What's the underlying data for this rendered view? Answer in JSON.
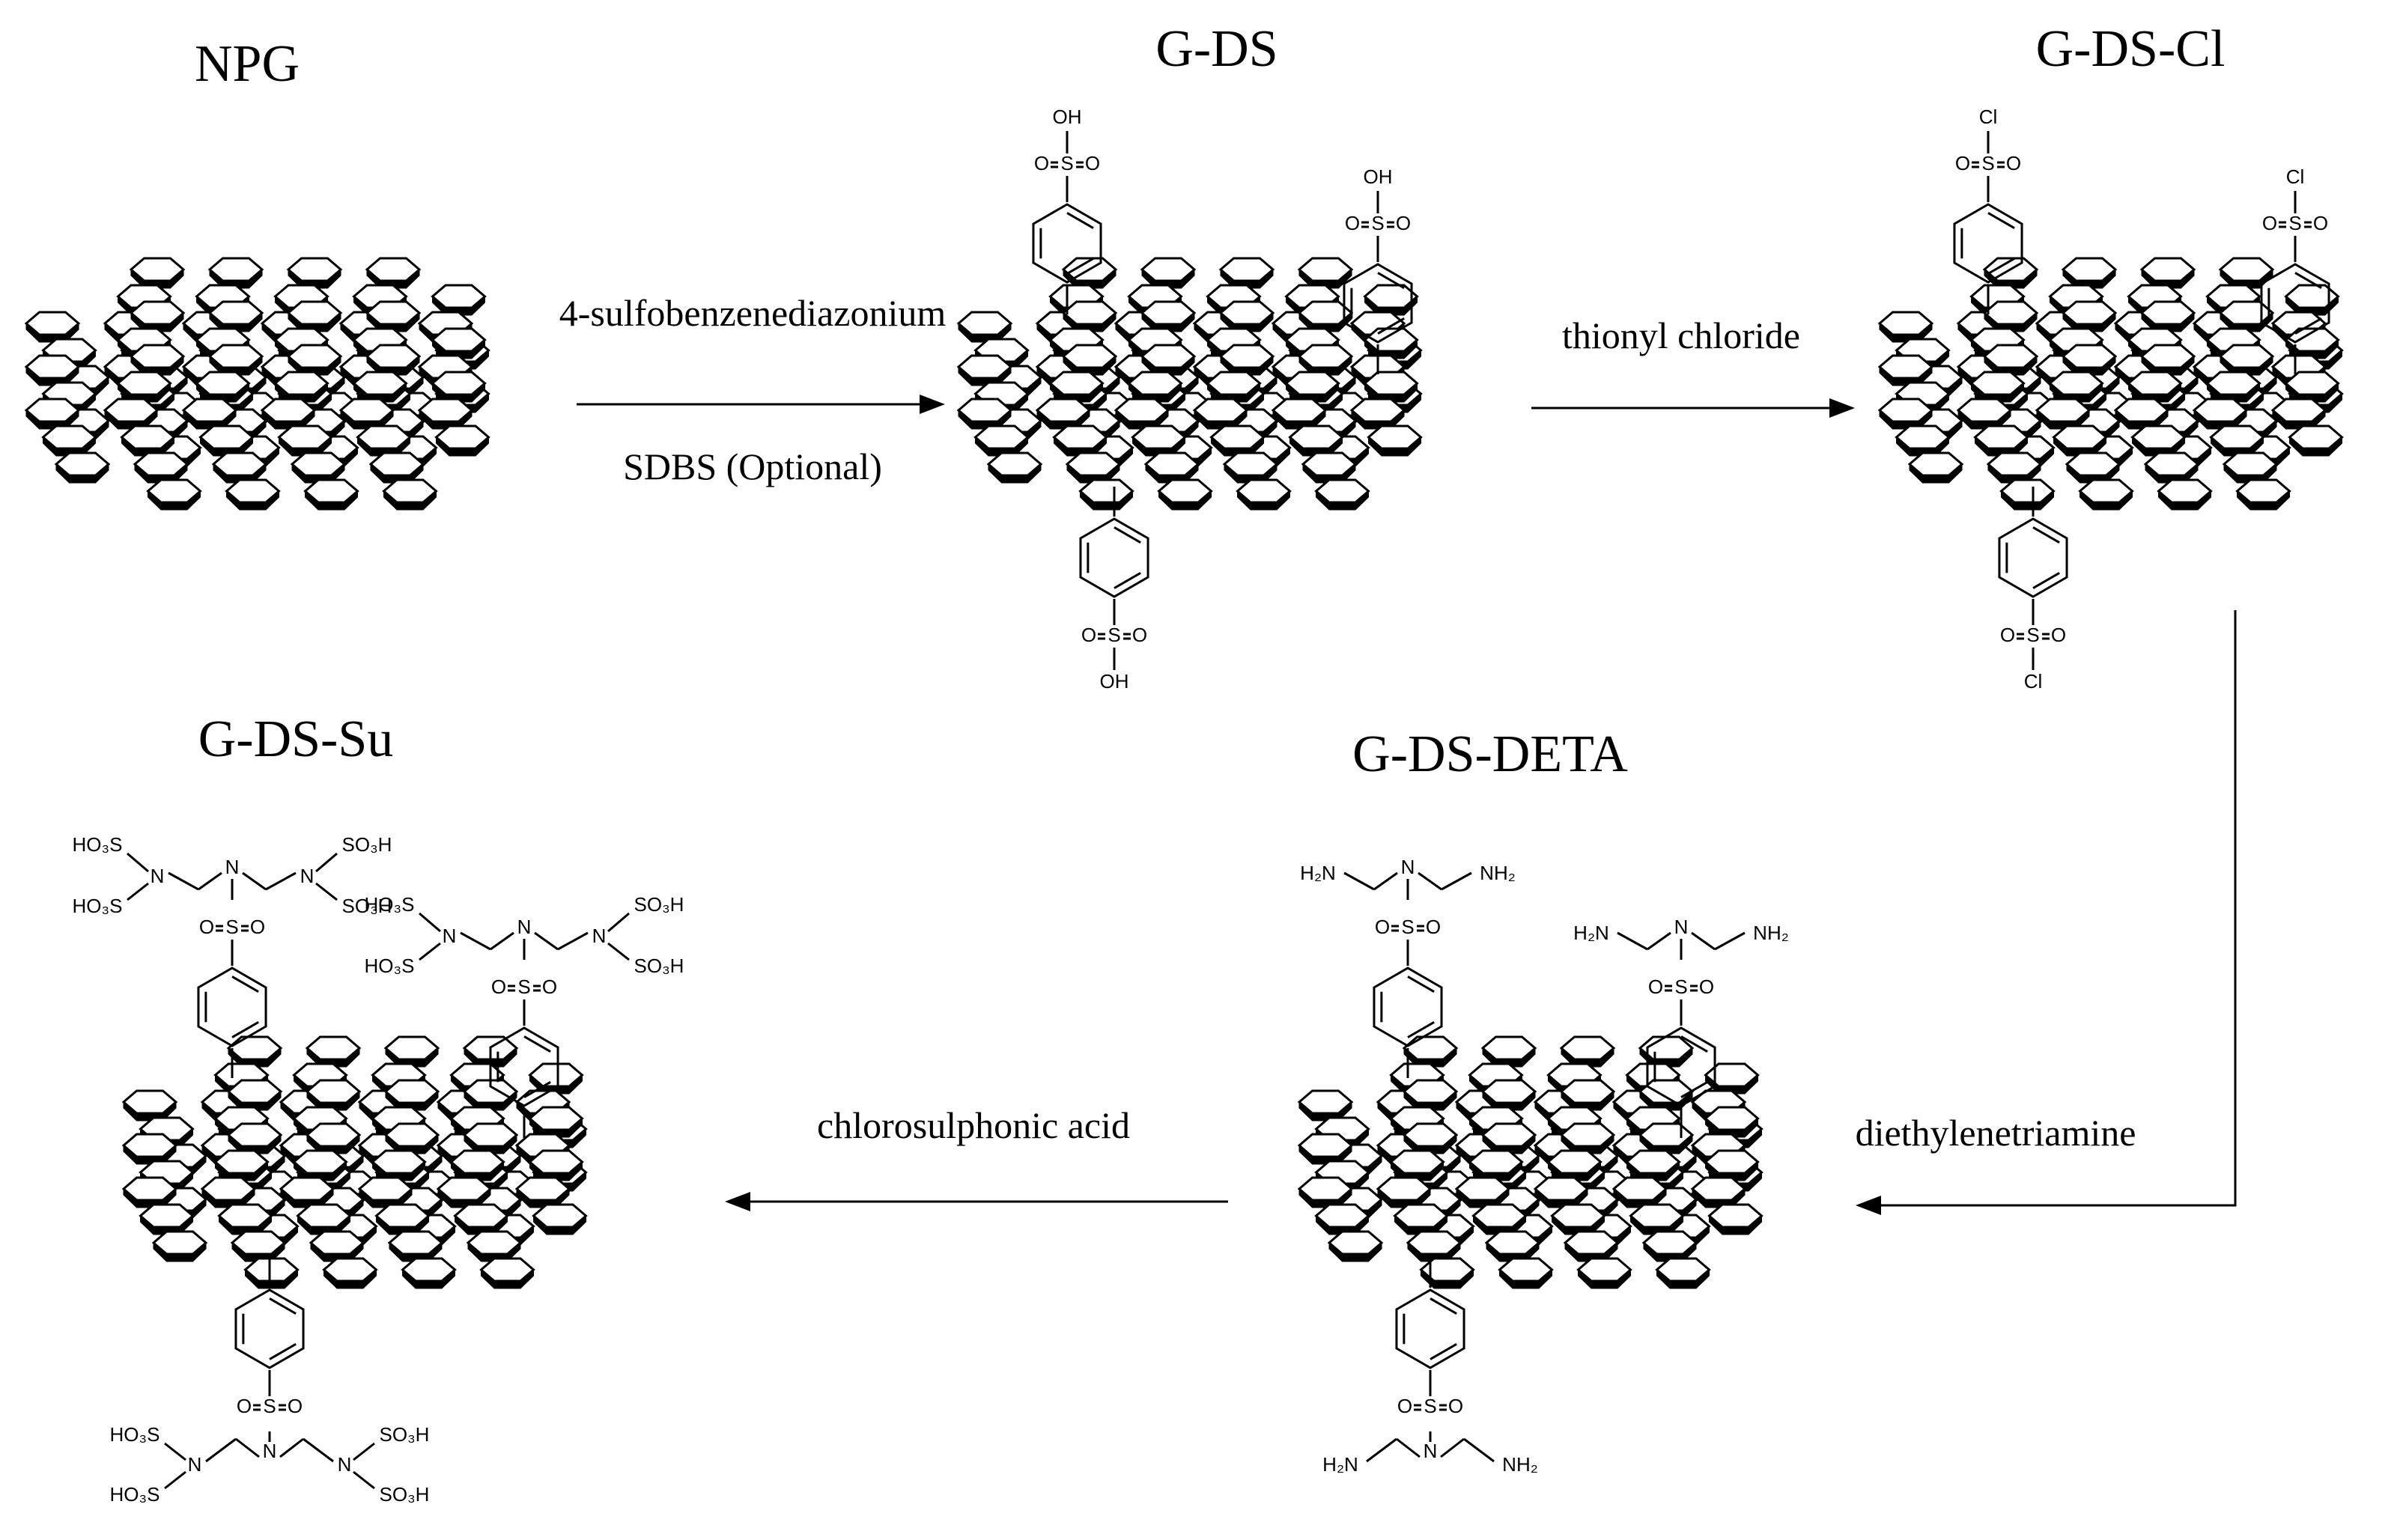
{
  "compounds": {
    "npg": "NPG",
    "g_ds": "G-DS",
    "g_ds_cl": "G-DS-Cl",
    "g_ds_deta": "G-DS-DETA",
    "g_ds_su": "G-DS-Su"
  },
  "reagents": {
    "step1_above": "4-sulfobenzenediazonium",
    "step1_below": "SDBS (Optional)",
    "step2": "thionyl chloride",
    "step3": "diethylenetriamine",
    "step4": "chlorosulphonic acid"
  },
  "groups": {
    "oh": "OH",
    "cl": "Cl",
    "sulfonyl": "O=S=O",
    "s": "S",
    "n": "N",
    "nh2": "NH₂",
    "h2n": "H₂N",
    "so3h": "SO₃H",
    "ho3s": "HO₃S"
  }
}
